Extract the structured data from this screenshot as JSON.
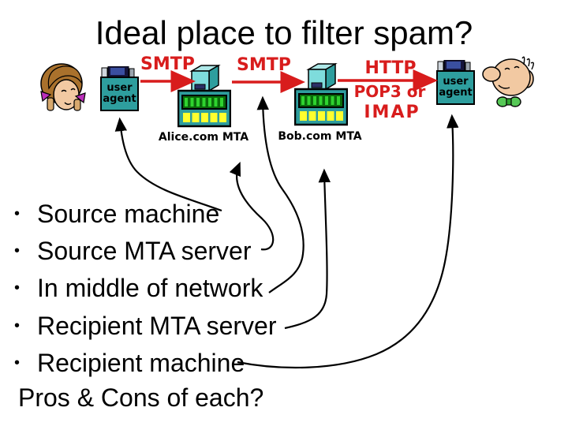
{
  "title": "Ideal place to filter spam?",
  "diagram": {
    "smtp1": "SMTP",
    "smtp2": "SMTP",
    "http": "HTTP",
    "pop3": "POP3 or",
    "imap": "IMAP",
    "alice_mta": "Alice.com MTA",
    "bob_mta": "Bob.com MTA",
    "user_agent_line1": "user",
    "user_agent_line2": "agent"
  },
  "bullets": {
    "glyph": "•",
    "items": [
      "Source machine",
      "Source MTA server",
      "In middle of network",
      "Recipient MTA server",
      "Recipient machine"
    ],
    "footer": "Pros & Cons of each?"
  },
  "icons": {
    "woman_face": "woman-face-icon",
    "man_face": "man-face-icon",
    "computer": "computer-icon",
    "mta_server": "mail-server-icon",
    "connectors": "hand-drawn-arrows"
  },
  "colors": {
    "protocol_red": "#d81c1c",
    "box_teal": "#2e9e9e",
    "tower_cyan": "#7edcdc",
    "panel_green_dark": "#0a6a0a",
    "bar_green": "#2fd32f",
    "led_yellow": "#ffff2e",
    "screen_navy": "#2b2f66",
    "bow_purple": "#bb2fbb",
    "hair_brown": "#a9712c",
    "skin_peach": "#f2c9a2",
    "bowtie_green": "#57c957",
    "arrow_black": "#000000"
  }
}
